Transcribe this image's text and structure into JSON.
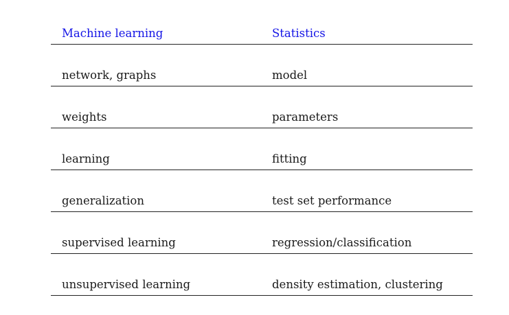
{
  "table": {
    "headers": [
      "Machine learning",
      "Statistics"
    ],
    "rows": [
      [
        "network, graphs",
        "model"
      ],
      [
        "weights",
        "parameters"
      ],
      [
        "learning",
        "fitting"
      ],
      [
        "generalization",
        "test set performance"
      ],
      [
        "supervised learning",
        "regression/classification"
      ],
      [
        "unsupervised learning",
        "density estimation, clustering"
      ]
    ]
  },
  "colors": {
    "header_text": "#1414e6",
    "body_text": "#1a1a1a",
    "rule": "#222222"
  }
}
